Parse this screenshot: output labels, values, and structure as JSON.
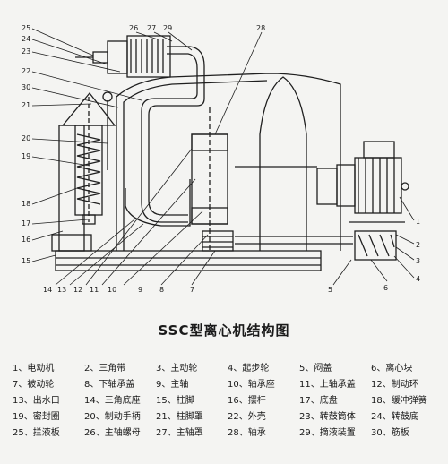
{
  "title": "SSC型离心机结构图",
  "callouts": [
    "1",
    "2",
    "3",
    "4",
    "5",
    "6",
    "7",
    "8",
    "9",
    "10",
    "11",
    "12",
    "13",
    "14",
    "15",
    "16",
    "17",
    "18",
    "19",
    "20",
    "21",
    "22",
    "23",
    "24",
    "25",
    "26",
    "27",
    "28",
    "29",
    "30"
  ],
  "legend": [
    {
      "num": "1",
      "text": "电动机"
    },
    {
      "num": "2",
      "text": "三角带"
    },
    {
      "num": "3",
      "text": "主动轮"
    },
    {
      "num": "4",
      "text": "起步轮"
    },
    {
      "num": "5",
      "text": "闷盖"
    },
    {
      "num": "6",
      "text": "离心块"
    },
    {
      "num": "7",
      "text": "被动轮"
    },
    {
      "num": "8",
      "text": "下轴承盖"
    },
    {
      "num": "9",
      "text": "主轴"
    },
    {
      "num": "10",
      "text": "轴承座"
    },
    {
      "num": "11",
      "text": "上轴承盖"
    },
    {
      "num": "12",
      "text": "制动环"
    },
    {
      "num": "13",
      "text": "出水口"
    },
    {
      "num": "14",
      "text": "三角底座"
    },
    {
      "num": "15",
      "text": "柱脚"
    },
    {
      "num": "16",
      "text": "摆杆"
    },
    {
      "num": "17",
      "text": "底盘"
    },
    {
      "num": "18",
      "text": "缓冲弹簧"
    },
    {
      "num": "19",
      "text": "密封圈"
    },
    {
      "num": "20",
      "text": "制动手柄"
    },
    {
      "num": "21",
      "text": "柱脚罩"
    },
    {
      "num": "22",
      "text": "外壳"
    },
    {
      "num": "23",
      "text": "转鼓筒体"
    },
    {
      "num": "24",
      "text": "转鼓底"
    },
    {
      "num": "25",
      "text": "拦液板"
    },
    {
      "num": "26",
      "text": "主轴螺母"
    },
    {
      "num": "27",
      "text": "主轴罩"
    },
    {
      "num": "28",
      "text": "轴承"
    },
    {
      "num": "29",
      "text": "摘液装置"
    },
    {
      "num": "30",
      "text": "筋板"
    }
  ]
}
